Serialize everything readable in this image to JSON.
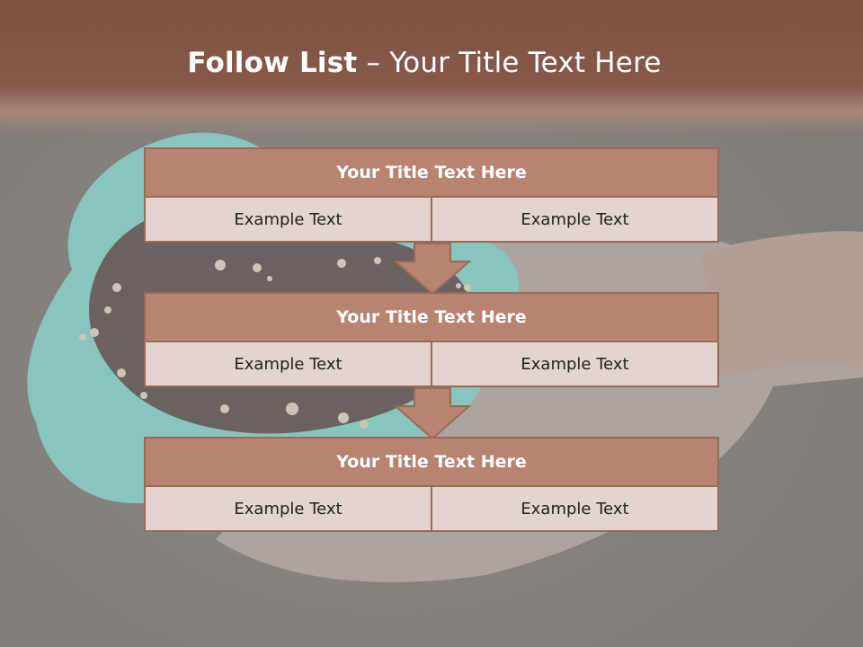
{
  "slide": {
    "title_bold": "Follow List",
    "title_rest": " – Your Title Text Here"
  },
  "steps": [
    {
      "title": "Your Title Text Here",
      "left": "Example Text",
      "right": "Example Text"
    },
    {
      "title": "Your Title Text Here",
      "left": "Example Text",
      "right": "Example Text"
    },
    {
      "title": "Your Title Text Here",
      "left": "Example Text",
      "right": "Example Text"
    }
  ],
  "colors": {
    "header": "#7d5242",
    "step_title_fill": "#b8836f",
    "step_border": "#9a6a58",
    "cell_fill": "#e3d4cf",
    "glove": "#5fc7bd"
  }
}
